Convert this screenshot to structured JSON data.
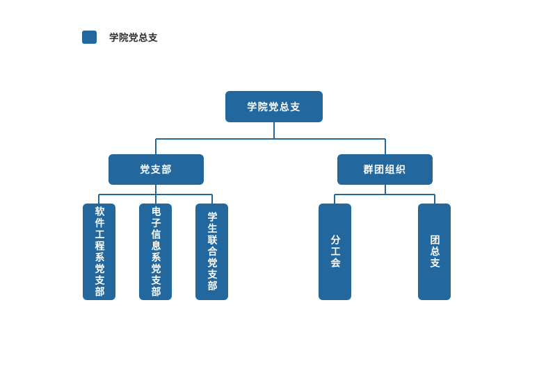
{
  "legend": {
    "swatch_icon": "legend-color-swatch",
    "label": "学院党总支",
    "color": "#22689F"
  },
  "theme": {
    "node_fill": "#22689F",
    "connector_color": "#22689F",
    "node_text_color": "#FFFFFF",
    "background": "#FFFFFF"
  },
  "chart_data": {
    "type": "diagram",
    "subtype": "org-chart",
    "title": "学院党总支",
    "orientation": "top-down",
    "levels": 3,
    "nodes": [
      {
        "id": "root",
        "label": "学院党总支",
        "level": 0,
        "parent": null,
        "text_direction": "horizontal"
      },
      {
        "id": "party-branch",
        "label": "党支部",
        "level": 1,
        "parent": "root",
        "text_direction": "horizontal"
      },
      {
        "id": "mass-org",
        "label": "群团组织",
        "level": 1,
        "parent": "root",
        "text_direction": "horizontal"
      },
      {
        "id": "leaf-0",
        "label": "软件工程系党支部",
        "level": 2,
        "parent": "party-branch",
        "text_direction": "vertical"
      },
      {
        "id": "leaf-1",
        "label": "电子信息系党支部",
        "level": 2,
        "parent": "party-branch",
        "text_direction": "vertical"
      },
      {
        "id": "leaf-2",
        "label": "学生联合党支部",
        "level": 2,
        "parent": "party-branch",
        "text_direction": "vertical"
      },
      {
        "id": "leaf-3",
        "label": "分工会",
        "level": 2,
        "parent": "mass-org",
        "text_direction": "vertical"
      },
      {
        "id": "leaf-4",
        "label": "团总支",
        "level": 2,
        "parent": "mass-org",
        "text_direction": "vertical"
      }
    ],
    "edges": [
      {
        "from": "root",
        "to": "party-branch"
      },
      {
        "from": "root",
        "to": "mass-org"
      },
      {
        "from": "party-branch",
        "to": "leaf-0"
      },
      {
        "from": "party-branch",
        "to": "leaf-1"
      },
      {
        "from": "party-branch",
        "to": "leaf-2"
      },
      {
        "from": "mass-org",
        "to": "leaf-3"
      },
      {
        "from": "mass-org",
        "to": "leaf-4"
      }
    ],
    "legend_entries": [
      "学院党总支"
    ]
  }
}
